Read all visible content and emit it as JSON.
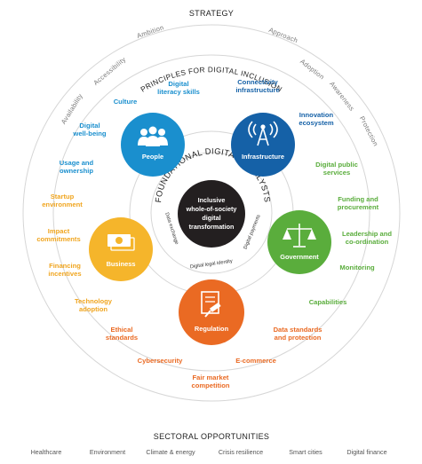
{
  "top_title": "STRATEGY",
  "principles_title": "PRINCIPLES FOR DIGITAL INCLUSION",
  "principles": [
    "Ambition",
    "Approach",
    "Accessibility",
    "Adoption",
    "Availability",
    "Awareness",
    "Protection"
  ],
  "foundational_title": "FOUNDATIONAL DIGITAL CATALYSTS",
  "foundational": [
    "Data exchange",
    "Digital legal identity",
    "Digital payments"
  ],
  "center": [
    "Inclusive",
    "whole-of-society",
    "digital",
    "transformation"
  ],
  "hubs": {
    "people": "People",
    "infrastructure": "Infrastructure",
    "government": "Government",
    "regulation": "Regulation",
    "business": "Business"
  },
  "colors": {
    "people": "#1a8fce",
    "infrastructure": "#1561a7",
    "government": "#5aad3c",
    "regulation": "#ea6a23",
    "business": "#f5b52b",
    "center": "#231f20"
  },
  "labels": {
    "culture": [
      "Culture"
    ],
    "digital_literacy": [
      "Digital",
      "literacy skills"
    ],
    "connectivity": [
      "Connectivity",
      "infrastructure"
    ],
    "innovation": [
      "Innovation",
      "ecosystem"
    ],
    "digital_wellbeing": [
      "Digital",
      "well-being"
    ],
    "usage_ownership": [
      "Usage and",
      "ownership"
    ],
    "digital_public_services": [
      "Digital public",
      "services"
    ],
    "funding": [
      "Funding and",
      "procurement"
    ],
    "startup": [
      "Startup",
      "environment"
    ],
    "leadership": [
      "Leadership and",
      "co-ordination"
    ],
    "impact": [
      "Impact",
      "commitments"
    ],
    "monitoring": [
      "Monitoring"
    ],
    "financing": [
      "Financing",
      "incentives"
    ],
    "capabilities": [
      "Capabilities"
    ],
    "technology_adoption": [
      "Technology",
      "adoption"
    ],
    "ethical": [
      "Ethical",
      "standards"
    ],
    "data_standards": [
      "Data standards",
      "and protection"
    ],
    "cybersecurity": [
      "Cybersecurity"
    ],
    "ecommerce": [
      "E-commerce"
    ],
    "fair_market": [
      "Fair market",
      "competition"
    ]
  },
  "bottom_title": "SECTORAL OPPORTUNITIES",
  "sectors": [
    "Healthcare",
    "Environment",
    "Climate & energy",
    "Crisis resilience",
    "Smart cities",
    "Digital finance"
  ],
  "icons": {
    "people": "people-group-icon",
    "infrastructure": "antenna-tower-icon",
    "government": "scales-icon",
    "regulation": "document-gavel-icon",
    "business": "cash-icon"
  }
}
